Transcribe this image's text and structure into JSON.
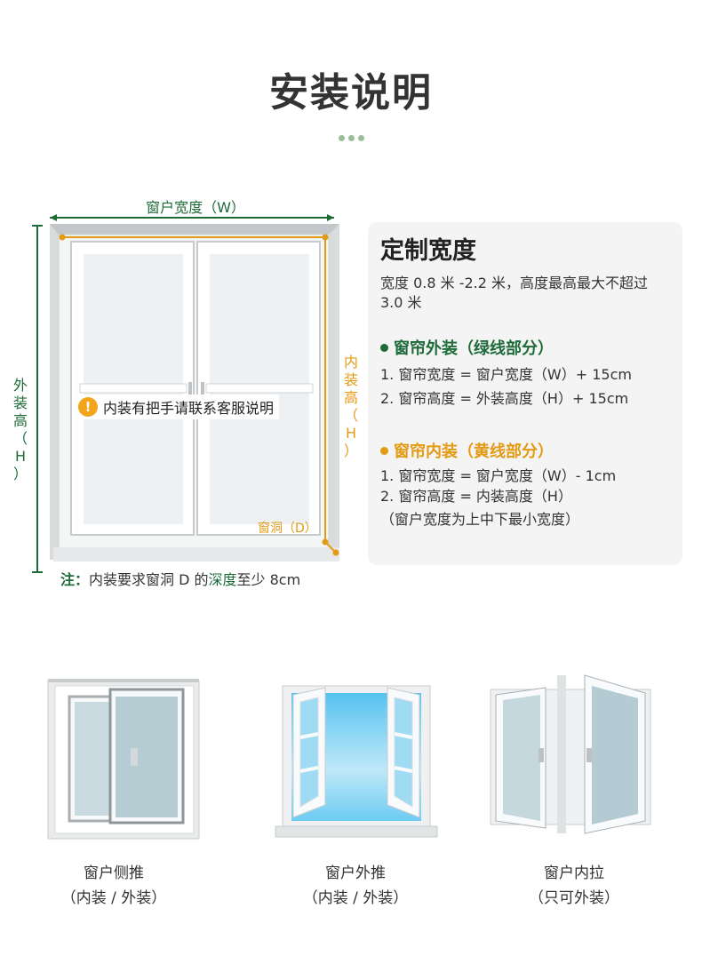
{
  "title": "安装说明",
  "diagram": {
    "width_label": "窗户宽度（W）",
    "outer_height_label": [
      "外",
      "装",
      "高",
      "（",
      "H",
      "）"
    ],
    "inner_height_label": [
      "内",
      "装",
      "高",
      "（",
      "H",
      "）"
    ],
    "recess_label": "窗洞（D）",
    "handle_warning": "内装有把手请联系客服说明",
    "note_prefix": "注：",
    "note_text_1": "内装要求窗洞 D 的",
    "note_highlight": "深度",
    "note_text_2": "至少 8cm"
  },
  "panel": {
    "title": "定制宽度",
    "intro": "宽度 0.8 米 -2.2 米，高度最高最大不超过 3.0 米",
    "outside": {
      "heading": "窗帘外装（绿线部分）",
      "lines": [
        "1. 窗帘宽度 = 窗户宽度（W）+ 15cm",
        "2. 窗帘高度 = 外装高度（H）+ 15cm"
      ]
    },
    "inside": {
      "heading": "窗帘内装（黄线部分）",
      "lines": [
        "1. 窗帘宽度 = 窗户宽度（W）- 1cm",
        "2. 窗帘高度 = 内装高度（H）",
        "（窗户宽度为上中下最小宽度）"
      ]
    }
  },
  "window_types": [
    {
      "name": "窗户侧推",
      "install": "（内装 / 外装）"
    },
    {
      "name": "窗户外推",
      "install": "（内装 / 外装）"
    },
    {
      "name": "窗户内拉",
      "install": "（只可外装）"
    }
  ],
  "colors": {
    "green": "#1e6b3a",
    "orange": "#e39a14",
    "panel_bg": "#f3f4f3",
    "dot": "#9cbf9a"
  }
}
